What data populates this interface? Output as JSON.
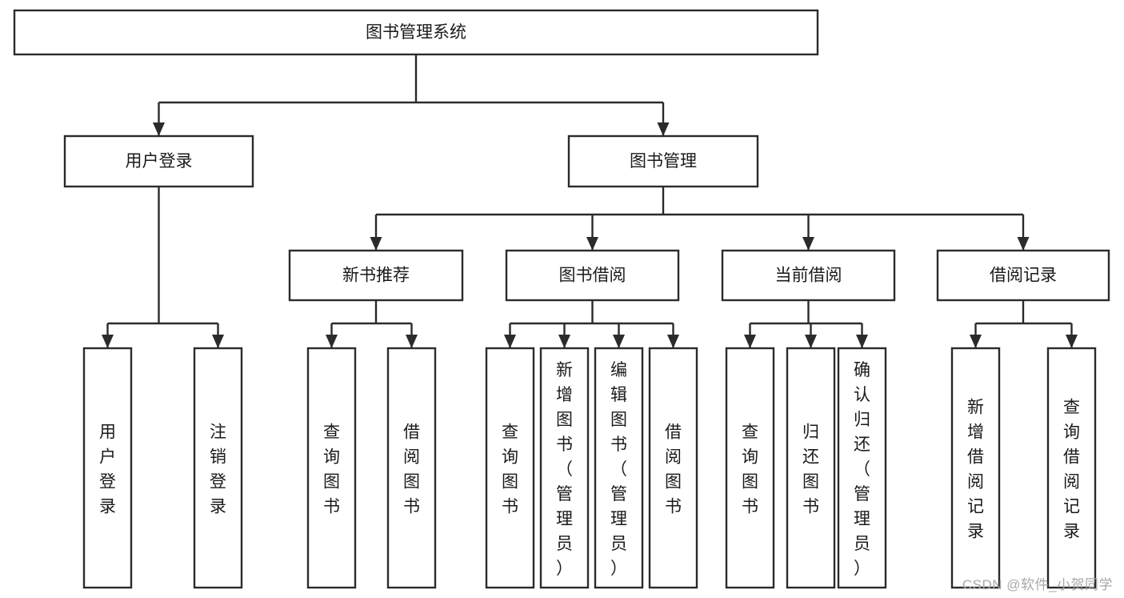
{
  "diagram": {
    "type": "tree-hierarchy",
    "title": "图书管理系统",
    "orientation": "top-down",
    "style": {
      "box_fill": "#ffffff",
      "box_stroke": "#2b2b2b",
      "text_color": "#1a1a1a",
      "background": "#ffffff",
      "watermark_color": "#a8a8a8"
    },
    "levels": [
      {
        "level": 1,
        "nodes": [
          {
            "id": "root",
            "label": "图书管理系统",
            "orientation": "horizontal"
          }
        ]
      },
      {
        "level": 2,
        "nodes": [
          {
            "id": "login",
            "label": "用户登录",
            "orientation": "horizontal",
            "parent": "root"
          },
          {
            "id": "bookmgmt",
            "label": "图书管理",
            "orientation": "horizontal",
            "parent": "root"
          }
        ]
      },
      {
        "level": 3,
        "nodes": [
          {
            "id": "newbook",
            "label": "新书推荐",
            "orientation": "horizontal",
            "parent": "bookmgmt"
          },
          {
            "id": "borrow",
            "label": "图书借阅",
            "orientation": "horizontal",
            "parent": "bookmgmt"
          },
          {
            "id": "current",
            "label": "当前借阅",
            "orientation": "horizontal",
            "parent": "bookmgmt"
          },
          {
            "id": "records",
            "label": "借阅记录",
            "orientation": "horizontal",
            "parent": "bookmgmt"
          }
        ]
      },
      {
        "level": 4,
        "nodes": [
          {
            "id": "leaf-1",
            "label": "用户登录",
            "orientation": "vertical",
            "parent": "login"
          },
          {
            "id": "leaf-2",
            "label": "注销登录",
            "orientation": "vertical",
            "parent": "login"
          },
          {
            "id": "leaf-3",
            "label": "查询图书",
            "orientation": "vertical",
            "parent": "newbook"
          },
          {
            "id": "leaf-4",
            "label": "借阅图书",
            "orientation": "vertical",
            "parent": "newbook"
          },
          {
            "id": "leaf-5",
            "label": "查询图书",
            "orientation": "vertical",
            "parent": "borrow"
          },
          {
            "id": "leaf-6",
            "label": "新增图书（管理员）",
            "orientation": "vertical",
            "parent": "borrow"
          },
          {
            "id": "leaf-7",
            "label": "编辑图书（管理员）",
            "orientation": "vertical",
            "parent": "borrow"
          },
          {
            "id": "leaf-8",
            "label": "借阅图书",
            "orientation": "vertical",
            "parent": "borrow"
          },
          {
            "id": "leaf-9",
            "label": "查询图书",
            "orientation": "vertical",
            "parent": "current"
          },
          {
            "id": "leaf-10",
            "label": "归还图书",
            "orientation": "vertical",
            "parent": "current"
          },
          {
            "id": "leaf-11",
            "label": "确认归还（管理员）",
            "orientation": "vertical",
            "parent": "current"
          },
          {
            "id": "leaf-12",
            "label": "新增借阅记录",
            "orientation": "vertical",
            "parent": "records"
          },
          {
            "id": "leaf-13",
            "label": "查询借阅记录",
            "orientation": "vertical",
            "parent": "records"
          }
        ]
      }
    ]
  },
  "watermark": {
    "text": "CSDN @软件_小贺同学"
  }
}
